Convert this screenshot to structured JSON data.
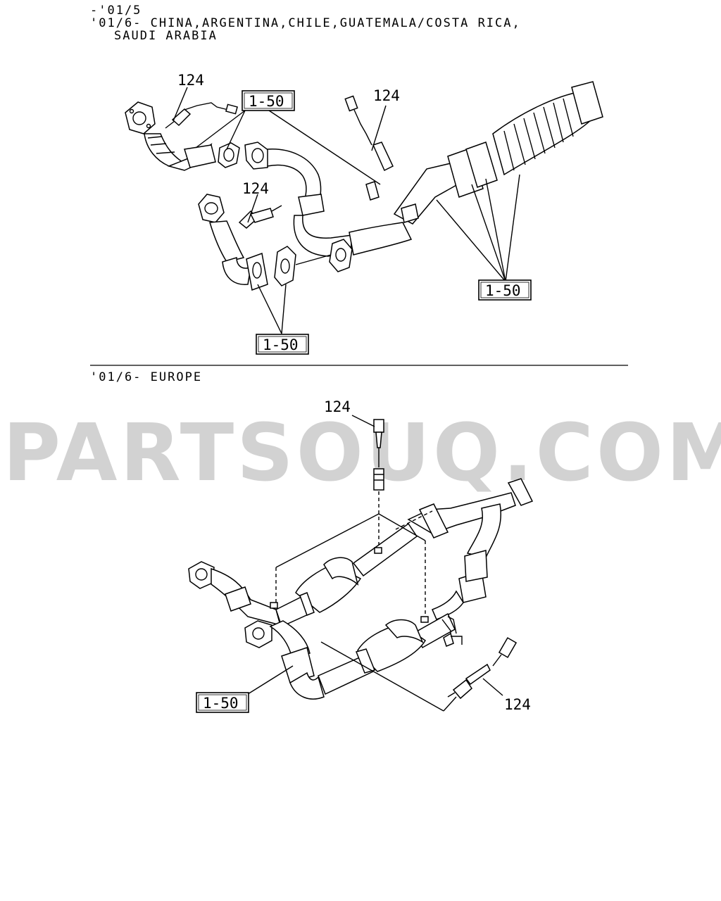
{
  "watermark": "PARTSOUQ.COM",
  "section_top": {
    "header_line1": "-'01/5",
    "header_line2": "'01/6- CHINA,ARGENTINA,CHILE,GUATEMALA/COSTA RICA,",
    "header_line3": "SAUDI ARABIA",
    "callouts": [
      "124",
      "124",
      "124"
    ],
    "refs": [
      "1-50",
      "1-50",
      "1-50"
    ]
  },
  "section_bottom": {
    "header": "'01/6- EUROPE",
    "callouts": [
      "124",
      "124"
    ],
    "refs": [
      "1-50"
    ]
  },
  "icons": [
    "oxygen-sensor-icon",
    "exhaust-pipe-icon",
    "catalytic-converter-icon",
    "gasket-icon",
    "flange-icon"
  ]
}
